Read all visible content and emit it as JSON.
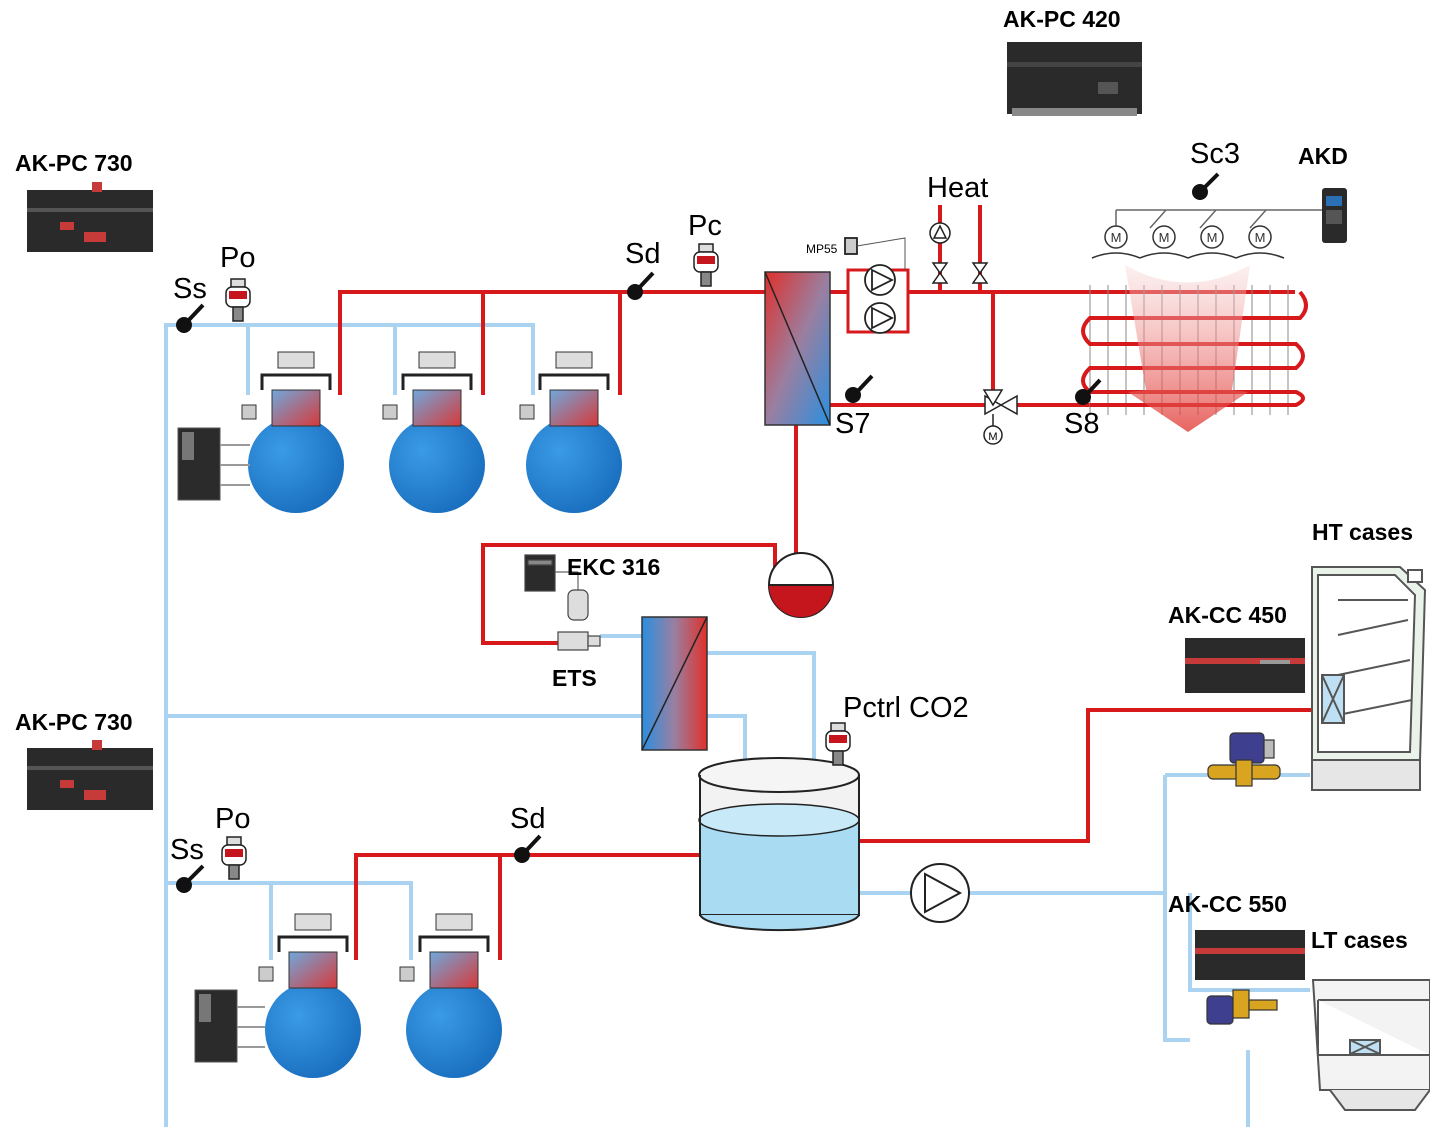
{
  "labels": {
    "ak_pc_420": "AK-PC 420",
    "ak_pc_730_top": "AK-PC 730",
    "ak_pc_730_bottom": "AK-PC 730",
    "akd": "AKD",
    "sc3": "Sc3",
    "heat": "Heat",
    "mp55": "MP55",
    "pc": "Pc",
    "sd_top": "Sd",
    "ss_top": "Ss",
    "po_top": "Po",
    "s7": "S7",
    "s8": "S8",
    "ekc_316": "EKC 316",
    "ets": "ETS",
    "pctrl_co2": "Pctrl CO2",
    "ht_cases": "HT cases",
    "ak_cc_450": "AK-CC 450",
    "ak_cc_550": "AK-CC 550",
    "lt_cases": "LT cases",
    "sd_bottom": "Sd",
    "ss_bottom": "Ss",
    "po_bottom": "Po"
  },
  "colors": {
    "hot_line": "#d7191c",
    "cold_line": "#a9d3f0",
    "compressor_blue": "#1f7fd1",
    "controller_body": "#2a2a2a",
    "controller_band": "#c73a3a",
    "vessel_liquid": "#a9dbf2"
  }
}
